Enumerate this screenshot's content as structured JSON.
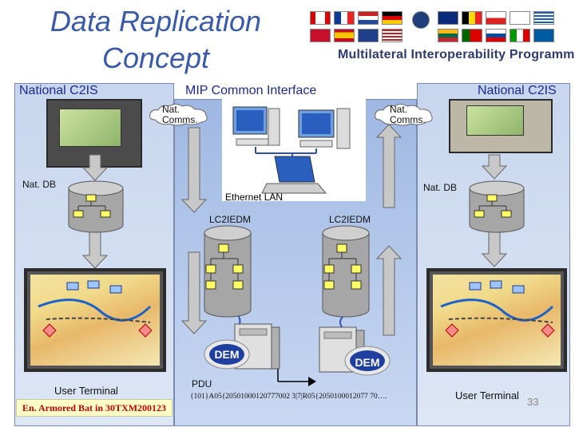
{
  "title": {
    "line1": "Data Replication",
    "line2": "Concept"
  },
  "header": {
    "programme": "Multilateral Interoperability Programme"
  },
  "left": {
    "heading": "National C2IS",
    "comms": "Nat. Comms.",
    "db": "Nat. DB",
    "terminal": "User Terminal",
    "unit_label": "En. Armored Bat in 30TXM200123"
  },
  "right": {
    "heading": "National C2IS",
    "comms": "Nat. Comms.",
    "db": "Nat. DB",
    "terminal": "User Terminal"
  },
  "center": {
    "heading": "MIP Common Interface",
    "lan": "Ethernet LAN",
    "db_left": "LC2IEDM",
    "db_right": "LC2IEDM",
    "dem_left": "DEM",
    "dem_right": "DEM",
    "pdu": "PDU",
    "pdu_string": "{101}A05{20501000120777002 3|7|R05{2050100012077 70…."
  },
  "page_number": "33",
  "colors": {
    "heading": "#1c2a8a",
    "title": "#3a5aa8",
    "arrow": "#c0c0c0",
    "db": "#9a9a9a"
  }
}
